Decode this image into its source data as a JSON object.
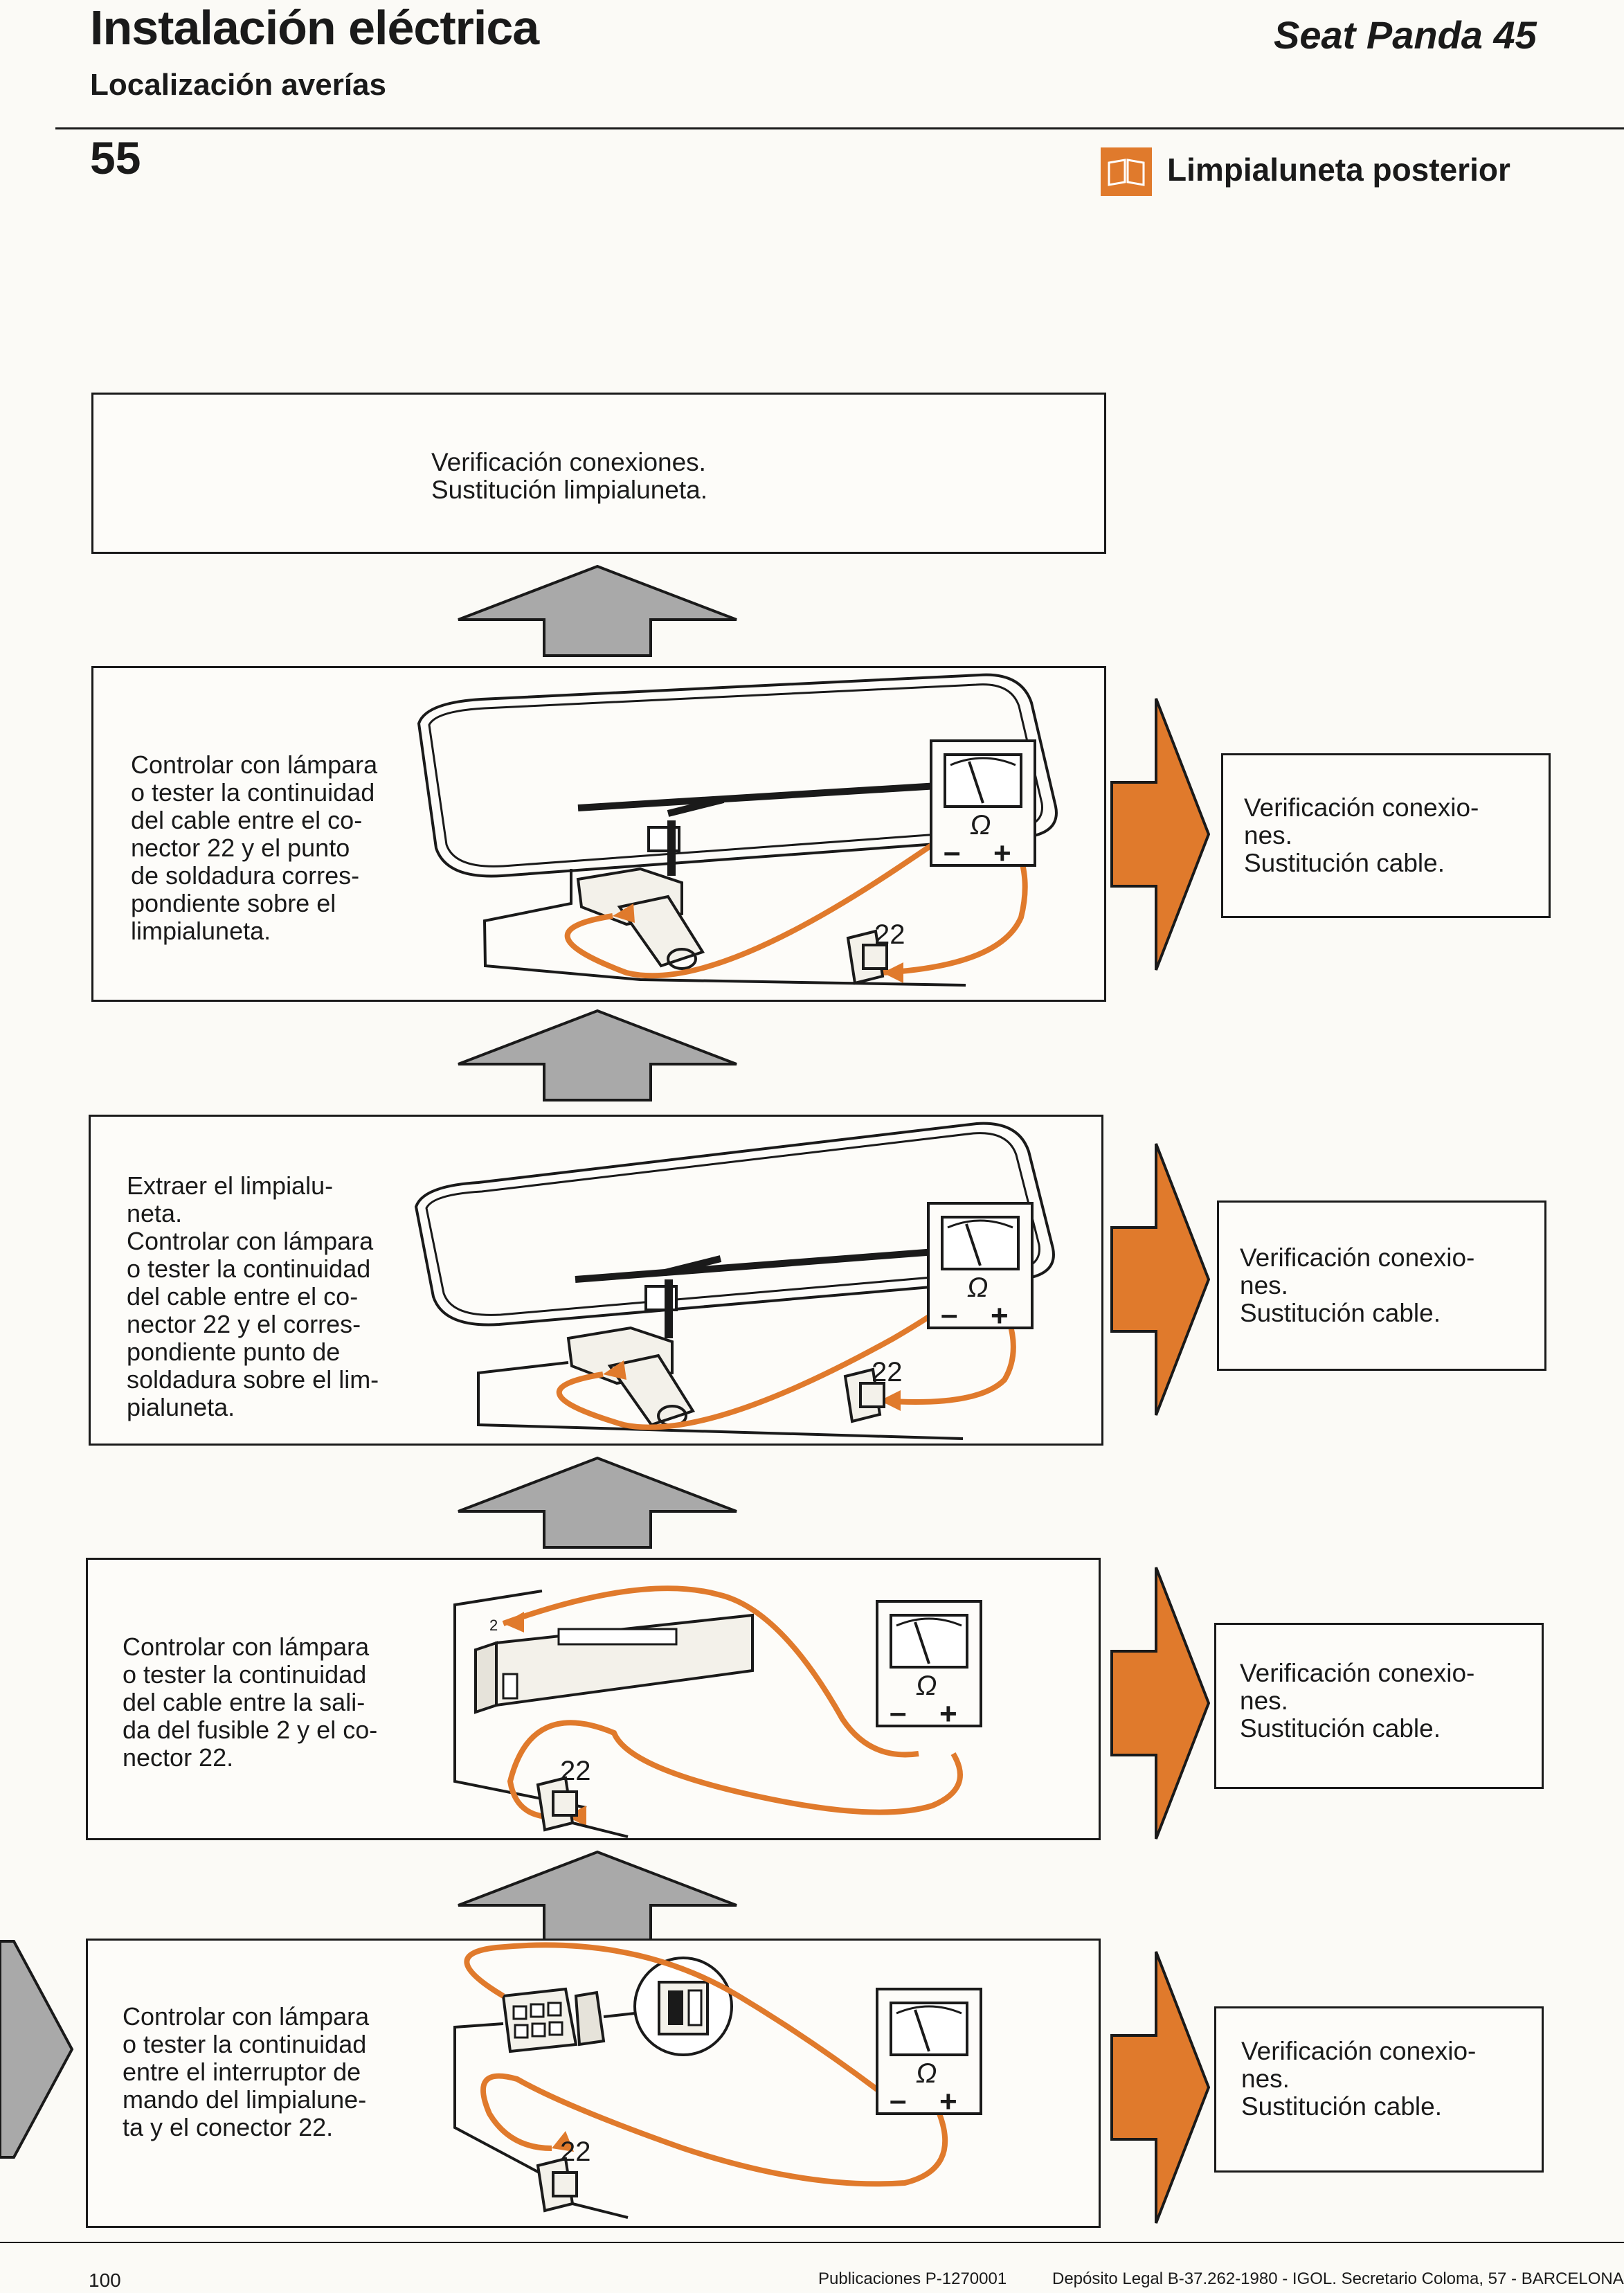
{
  "header": {
    "title": "Instalación eléctrica",
    "subtitle": "Localización averías",
    "brand": "Seat Panda 45",
    "section_number": "55",
    "section_title": "Limpialuneta posterior"
  },
  "top_box": {
    "lines": [
      "Verificación conexiones.",
      "Sustitución limpialuneta."
    ]
  },
  "steps": [
    {
      "lines": [
        "Controlar con lámpara",
        "o tester la continuidad",
        "del cable entre el co-",
        "nector 22 y el punto",
        "de soldadura corres-",
        "pondiente sobre el",
        "limpialuneta."
      ],
      "result": [
        "Verificación conexio-",
        "nes.",
        "Sustitución cable."
      ],
      "connector_label": "22"
    },
    {
      "lines": [
        "Extraer el limpialu-",
        "neta.",
        "Controlar con lámpara",
        "o tester la continuidad",
        "del cable entre el co-",
        "nector 22 y el corres-",
        "pondiente punto de",
        "soldadura sobre el lim-",
        "pialuneta."
      ],
      "result": [
        "Verificación conexio-",
        "nes.",
        "Sustitución cable."
      ],
      "connector_label": "22"
    },
    {
      "lines": [
        "Controlar con lámpara",
        "o tester la continuidad",
        "del cable entre la sali-",
        "da del fusible 2 y el co-",
        "nector 22."
      ],
      "result": [
        "Verificación conexio-",
        "nes.",
        "Sustitución cable."
      ],
      "connector_label": "22",
      "fuse_label": "2"
    },
    {
      "lines": [
        "Controlar con lámpara",
        "o tester la continuidad",
        "entre el interruptor de",
        "mando del limpialune-",
        "ta y el conector 22."
      ],
      "result": [
        "Verificación conexio-",
        "nes.",
        "Sustitución cable."
      ],
      "connector_label": "22"
    }
  ],
  "meter": {
    "symbol": "Ω",
    "minus": "–",
    "plus": "+"
  },
  "footer": {
    "page": "100",
    "publication": "Publicaciones P-1270001",
    "legal": "Depósito Legal B-37.262-1980 - IGOL. Secretario Coloma, 57 - BARCELONA"
  },
  "colors": {
    "accent": "#e07a2c",
    "ink": "#1a1a1a",
    "arrow_gray": "#a9a9a9"
  }
}
